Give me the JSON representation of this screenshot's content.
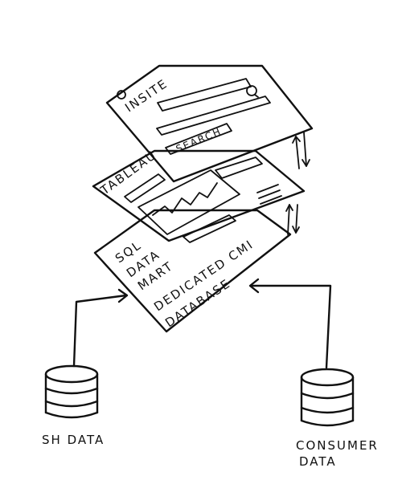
{
  "layers": {
    "insite": {
      "title": "INSITE",
      "search_button": "SEARCH"
    },
    "tableau": {
      "title": "TABLEAU"
    },
    "sql": {
      "line1": "SQL",
      "line2": "DATA",
      "line3": "MART",
      "db_line1": "DEDICATED CMI",
      "db_line2": "DATABASE"
    }
  },
  "sources": {
    "left": {
      "label": "SH DATA"
    },
    "right": {
      "line1": "CONSUMER",
      "line2": "DATA"
    }
  },
  "colors": {
    "ink": "#111111",
    "paper": "#ffffff"
  }
}
